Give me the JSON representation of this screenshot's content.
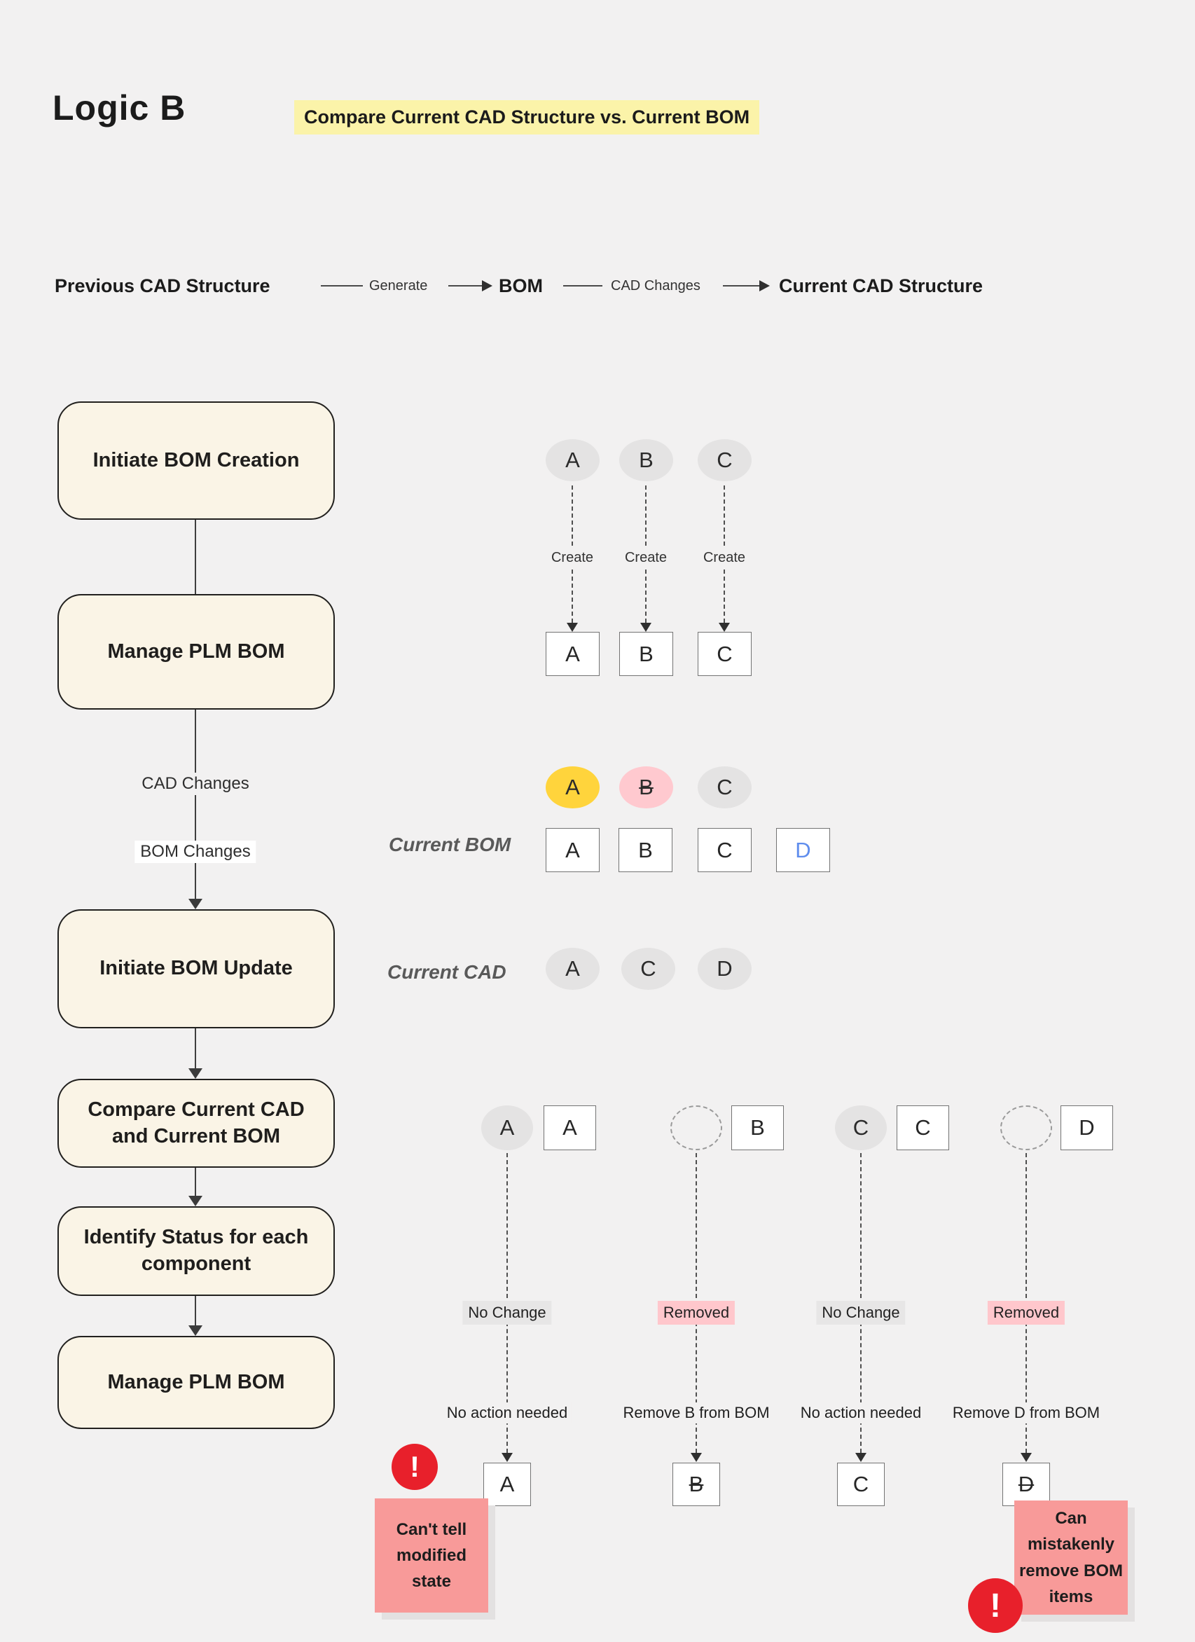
{
  "header": {
    "title": "Logic B",
    "subtitle": "Compare Current CAD Structure vs. Current BOM"
  },
  "flow_header": {
    "previous": "Previous CAD Structure",
    "generate": "Generate",
    "bom": "BOM",
    "cad_changes": "CAD Changes",
    "current": "Current CAD Structure"
  },
  "process": {
    "steps": [
      "Initiate BOM Creation",
      "Manage PLM BOM",
      "Initiate BOM Update",
      "Compare Current CAD and Current BOM",
      "Identify Status for each component",
      "Manage PLM BOM"
    ],
    "edge_labels": {
      "cad": "CAD Changes",
      "bom": "BOM Changes"
    }
  },
  "creation": {
    "cad_items": [
      "A",
      "B",
      "C"
    ],
    "edge_label": "Create",
    "bom_items": [
      "A",
      "B",
      "C"
    ]
  },
  "update": {
    "cad_delta_items": [
      {
        "label": "A",
        "state": "modified"
      },
      {
        "label": "B",
        "state": "removed"
      },
      {
        "label": "C",
        "state": "unchanged"
      }
    ],
    "bom_row_label": "Current BOM",
    "bom_items": [
      {
        "label": "A",
        "state": "existing"
      },
      {
        "label": "B",
        "state": "existing"
      },
      {
        "label": "C",
        "state": "existing"
      },
      {
        "label": "D",
        "state": "new"
      }
    ],
    "cad_row_label": "Current CAD",
    "cad_items": [
      "A",
      "C",
      "D"
    ]
  },
  "compare": {
    "columns": [
      {
        "cad": "A",
        "bom": "A",
        "status": "No Change",
        "action": "No action needed",
        "result": "A"
      },
      {
        "cad": "",
        "bom": "B",
        "status": "Removed",
        "action": "Remove B from BOM",
        "result": "B"
      },
      {
        "cad": "C",
        "bom": "C",
        "status": "No Change",
        "action": "No action needed",
        "result": "C"
      },
      {
        "cad": "",
        "bom": "D",
        "status": "Removed",
        "action": "Remove D from BOM",
        "result": "D"
      }
    ]
  },
  "annotations": {
    "warning_symbol": "!",
    "left_note": "Can't tell modified state",
    "right_note": "Can mistakenly remove BOM items"
  },
  "colors": {
    "background": "#f2f1f1",
    "subtitle_highlight": "#fbf3a9",
    "process_box_fill": "#faf4e6",
    "process_box_border": "#21201e",
    "node_grey": "#e4e3e3",
    "node_yellow": "#ffd43c",
    "node_pink": "#ffc9cf",
    "status_grey": "#e7e6e6",
    "status_pink": "#ffc7cc",
    "note_pink": "#f89a99",
    "warning_red": "#e8202b",
    "new_item_blue": "#5f8ded"
  }
}
